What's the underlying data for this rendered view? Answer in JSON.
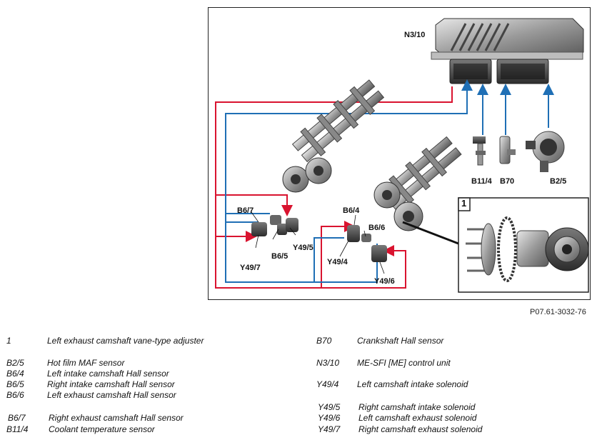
{
  "figure": {
    "labels": {
      "ecu": "N3/10",
      "b11_4": "B11/4",
      "b70": "B70",
      "b2_5": "B2/5",
      "b6_7": "B6/7",
      "b6_5": "B6/5",
      "y49_5": "Y49/5",
      "y49_7": "Y49/7",
      "b6_4": "B6/4",
      "b6_6": "B6/6",
      "y49_4": "Y49/4",
      "y49_6": "Y49/6",
      "inset": "1"
    },
    "colors": {
      "red_line": "#d9132f",
      "blue_line": "#1f6fb5",
      "frame": "#222222"
    }
  },
  "reference": "P07.61-3032-76",
  "legend": [
    {
      "key": "1",
      "desc": "Left exhaust camshaft vane-type adjuster"
    },
    {
      "key": "B2/5",
      "desc": "Hot film MAF sensor"
    },
    {
      "key": "B6/4",
      "desc": "Left intake camshaft Hall sensor"
    },
    {
      "key": "B6/5",
      "desc": "Right intake camshaft Hall sensor"
    },
    {
      "key": "B6/6",
      "desc": "Left exhaust camshaft Hall sensor"
    },
    {
      "key": "B6/7",
      "desc": "Right exhaust camshaft Hall sensor"
    },
    {
      "key": "B11/4",
      "desc": "Coolant temperature sensor"
    },
    {
      "key": "B70",
      "desc": "Crankshaft Hall sensor"
    },
    {
      "key": "N3/10",
      "desc": "ME-SFI [ME] control unit"
    },
    {
      "key": "Y49/4",
      "desc": "Left camshaft intake solenoid"
    },
    {
      "key": "Y49/5",
      "desc": "Right camshaft intake solenoid"
    },
    {
      "key": "Y49/6",
      "desc": "Left camshaft exhaust solenoid"
    },
    {
      "key": "Y49/7",
      "desc": "Right camshaft exhaust solenoid"
    }
  ]
}
